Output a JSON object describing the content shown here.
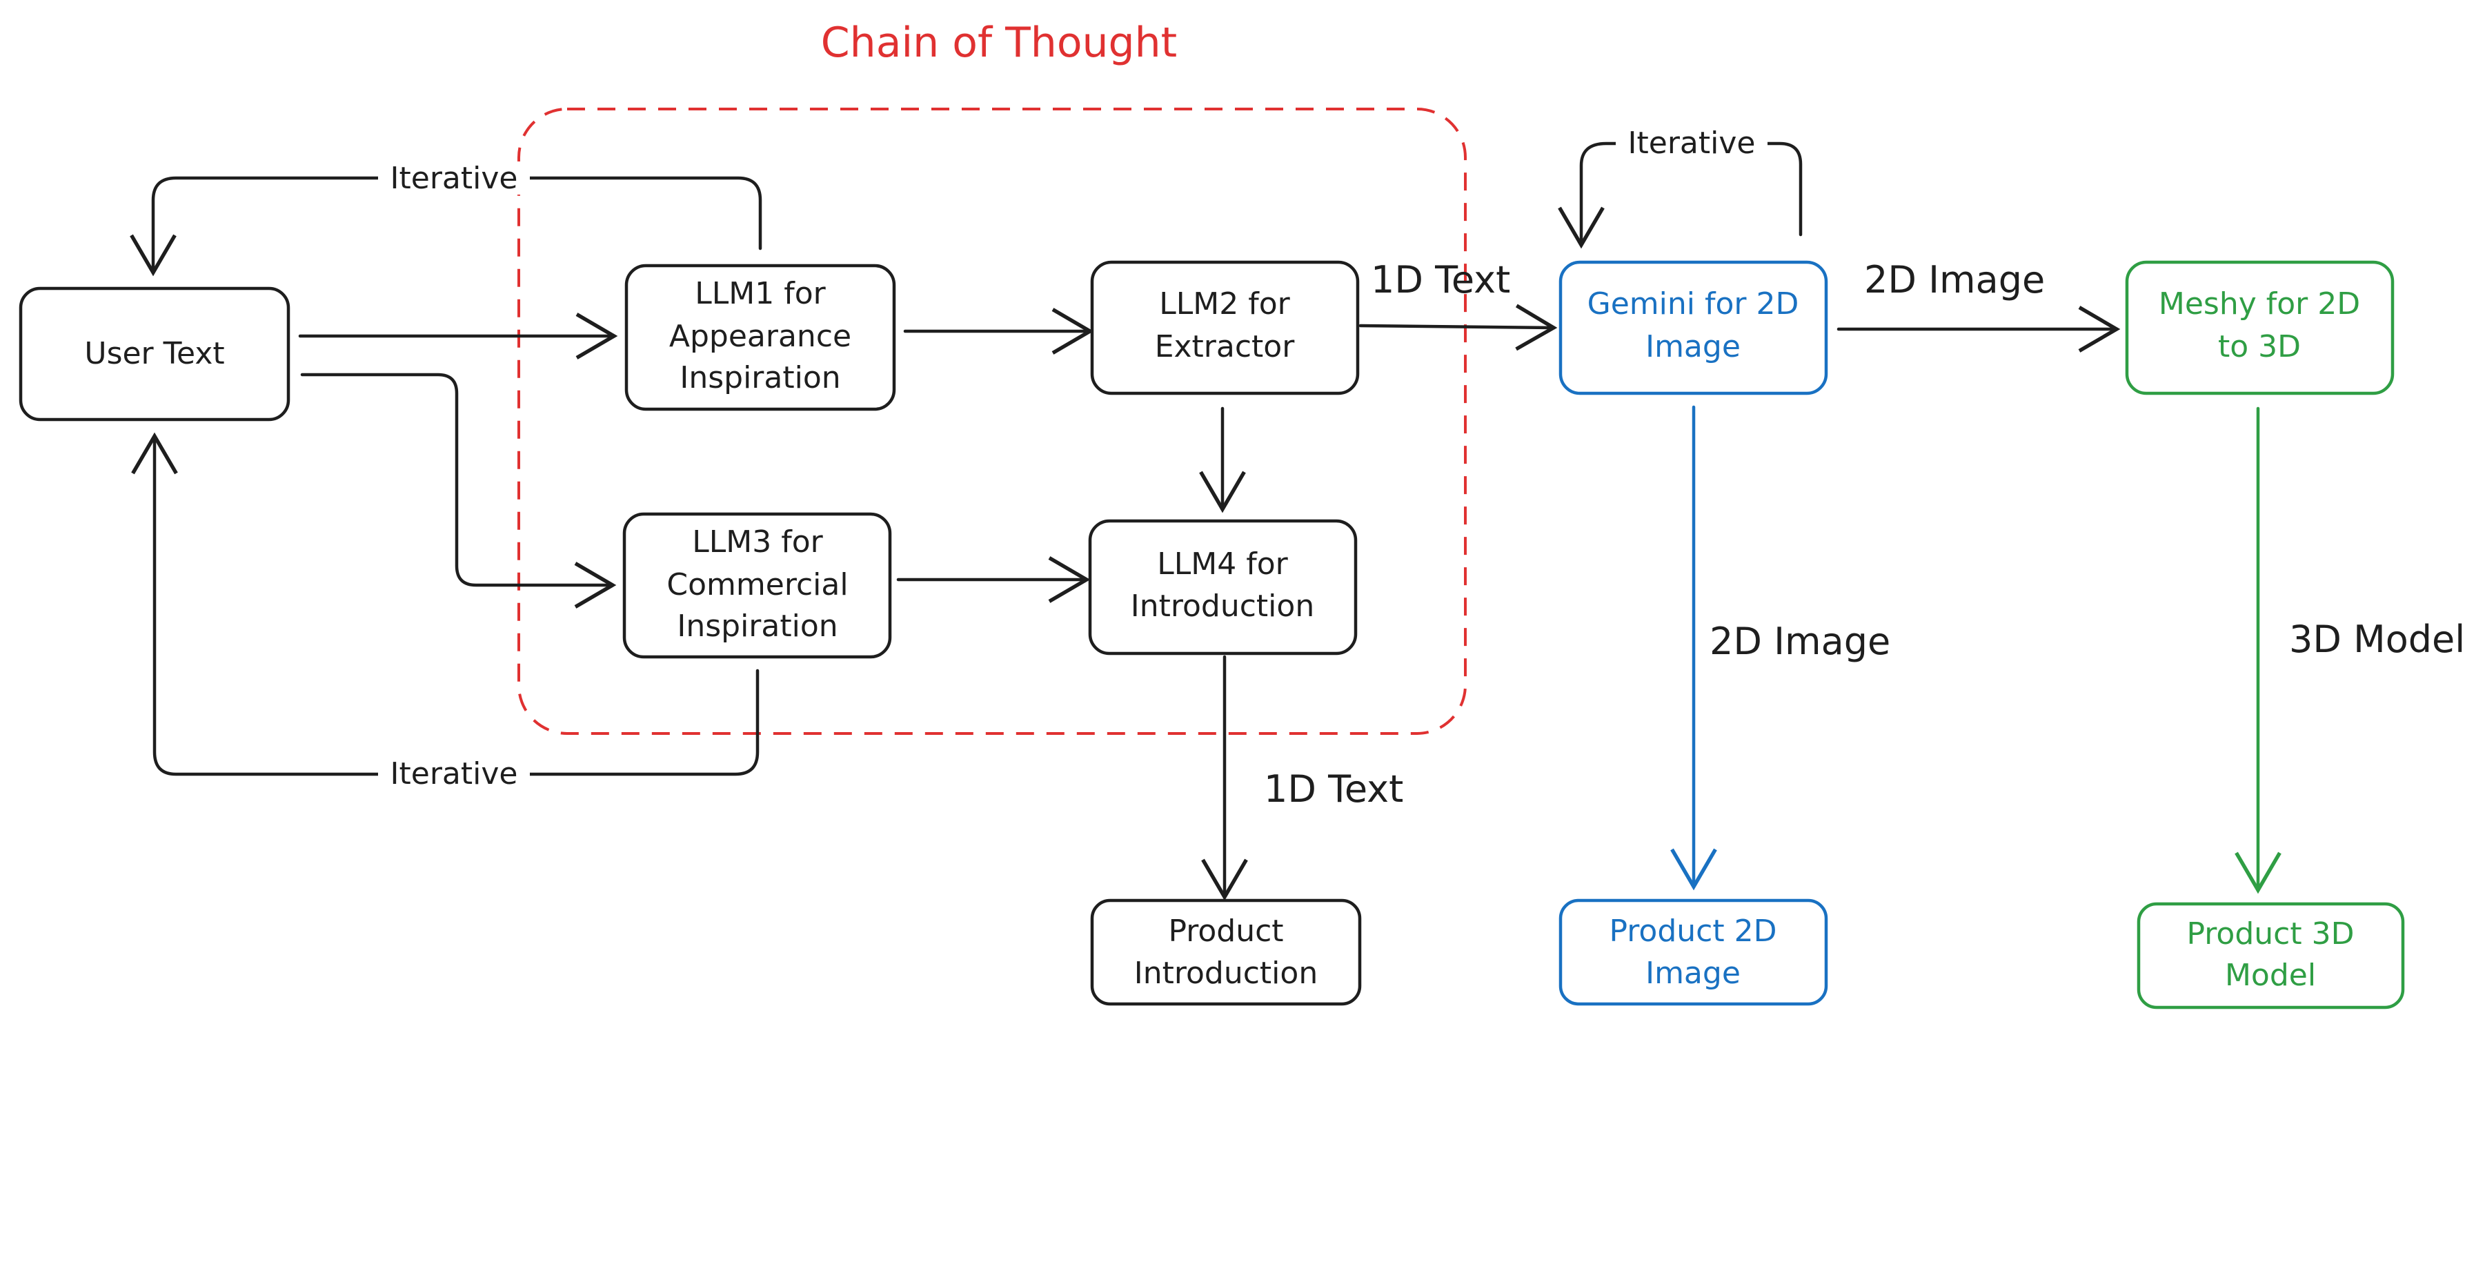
{
  "colors": {
    "black": "#1e1e1e",
    "red": "#e03131",
    "blue": "#1971c2",
    "green": "#2f9e44"
  },
  "diagram": {
    "cot_title": "Chain of Thought",
    "nodes": {
      "user_text": "User Text",
      "llm1": [
        "LLM1 for",
        "Appearance",
        "Inspiration"
      ],
      "llm2": [
        "LLM2 for",
        "Extractor"
      ],
      "llm3": [
        "LLM3 for",
        "Commercial",
        "Inspiration"
      ],
      "llm4": [
        "LLM4 for",
        "Introduction"
      ],
      "gemini": [
        "Gemini for 2D",
        "Image"
      ],
      "meshy": [
        "Meshy for 2D",
        "to 3D"
      ],
      "product_intro": [
        "Product",
        "Introduction"
      ],
      "product_2d": [
        "Product 2D",
        "Image"
      ],
      "product_3d": [
        "Product 3D",
        "Model"
      ]
    },
    "edge_labels": {
      "llm2_to_gemini": "1D Text",
      "gemini_to_meshy": "2D Image",
      "gemini_to_product_2d": "2D Image",
      "meshy_to_product_3d": "3D Model",
      "llm4_to_product_intro": "1D Text"
    },
    "loop_labels": {
      "top": "Iterative",
      "bottom": "Iterative",
      "gemini": "Iterative"
    }
  }
}
